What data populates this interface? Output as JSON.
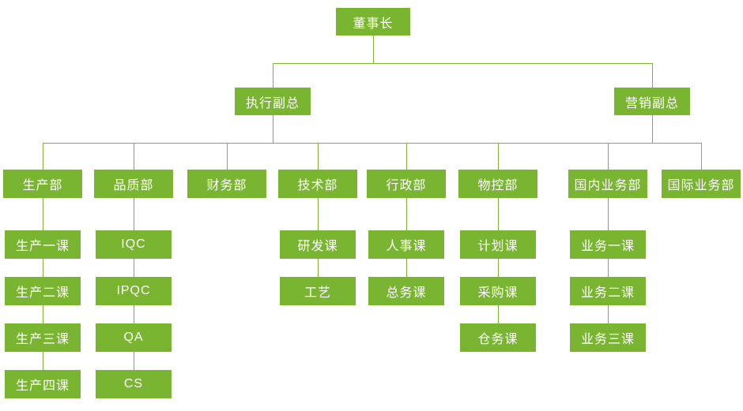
{
  "diagram": {
    "type": "org-chart",
    "root": {
      "label": "董事长"
    },
    "executives": [
      {
        "label": "执行副总"
      },
      {
        "label": "营销副总"
      }
    ],
    "departments": [
      {
        "label": "生产部",
        "children": [
          "生产一课",
          "生产二课",
          "生产三课",
          "生产四课"
        ]
      },
      {
        "label": "品质部",
        "children": [
          "IQC",
          "IPQC",
          "QA",
          "CS"
        ]
      },
      {
        "label": "财务部",
        "children": []
      },
      {
        "label": "技术部",
        "children": [
          "研发课",
          "工艺"
        ]
      },
      {
        "label": "行政部",
        "children": [
          "人事课",
          "总务课"
        ]
      },
      {
        "label": "物控部",
        "children": [
          "计划课",
          "采购课",
          "仓务课"
        ]
      },
      {
        "label": "国内业务部",
        "children": [
          "业务一课",
          "业务二课",
          "业务三课"
        ]
      },
      {
        "label": "国际业务部",
        "children": []
      }
    ],
    "colors": {
      "node_fill": "#79b530",
      "node_text": "#ffffff",
      "connector": "#7cb733",
      "background": "#ffffff"
    }
  }
}
